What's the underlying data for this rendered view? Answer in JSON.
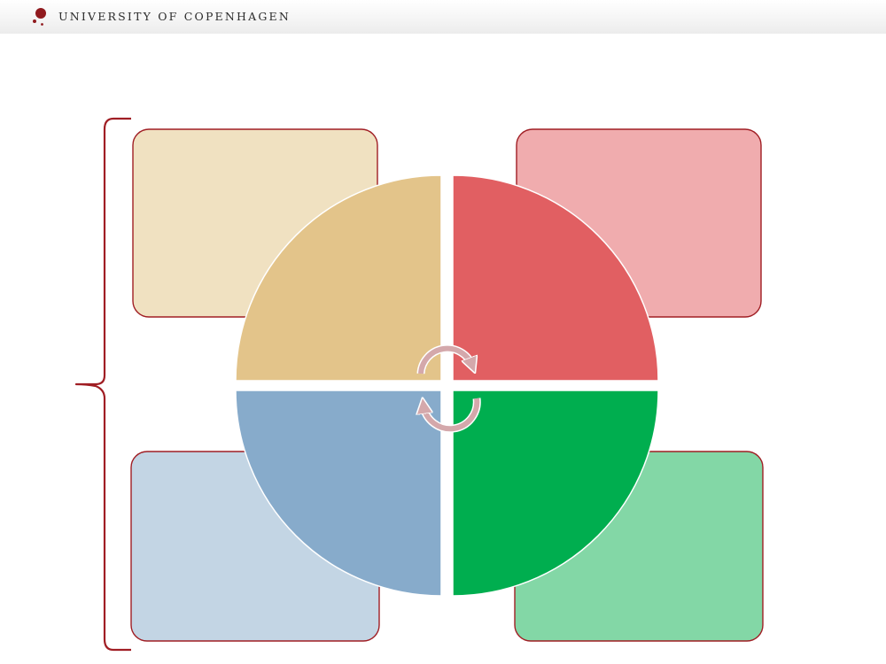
{
  "header": {
    "institution_name": "UNIVERSITY OF COPENHAGEN",
    "logo_icon": "university-seal-dots-icon"
  },
  "colors": {
    "header_bg": "#f2f2f2",
    "brand_red": "#901a1e",
    "quadrant_top_left": "#e3c48a",
    "quadrant_top_right": "#e15f62",
    "quadrant_bottom_left": "#87abcb",
    "quadrant_bottom_right": "#00ae4f",
    "box_top_left": "#f0e1c1",
    "box_top_right": "#f0acae",
    "box_bottom_left": "#c3d5e4",
    "box_bottom_right": "#83d7a6",
    "box_border": "#a01e24",
    "cycle_arrow": "#d4a8ab"
  },
  "diagram": {
    "quadrants": [
      {
        "id": "top-left"
      },
      {
        "id": "top-right"
      },
      {
        "id": "bottom-left"
      },
      {
        "id": "bottom-right"
      }
    ],
    "boxes": [
      {
        "id": "top-left"
      },
      {
        "id": "top-right"
      },
      {
        "id": "bottom-left"
      },
      {
        "id": "bottom-right"
      }
    ],
    "center_icon": "cycle-arrows-icon",
    "left_bracket": "curly-brace-left"
  }
}
